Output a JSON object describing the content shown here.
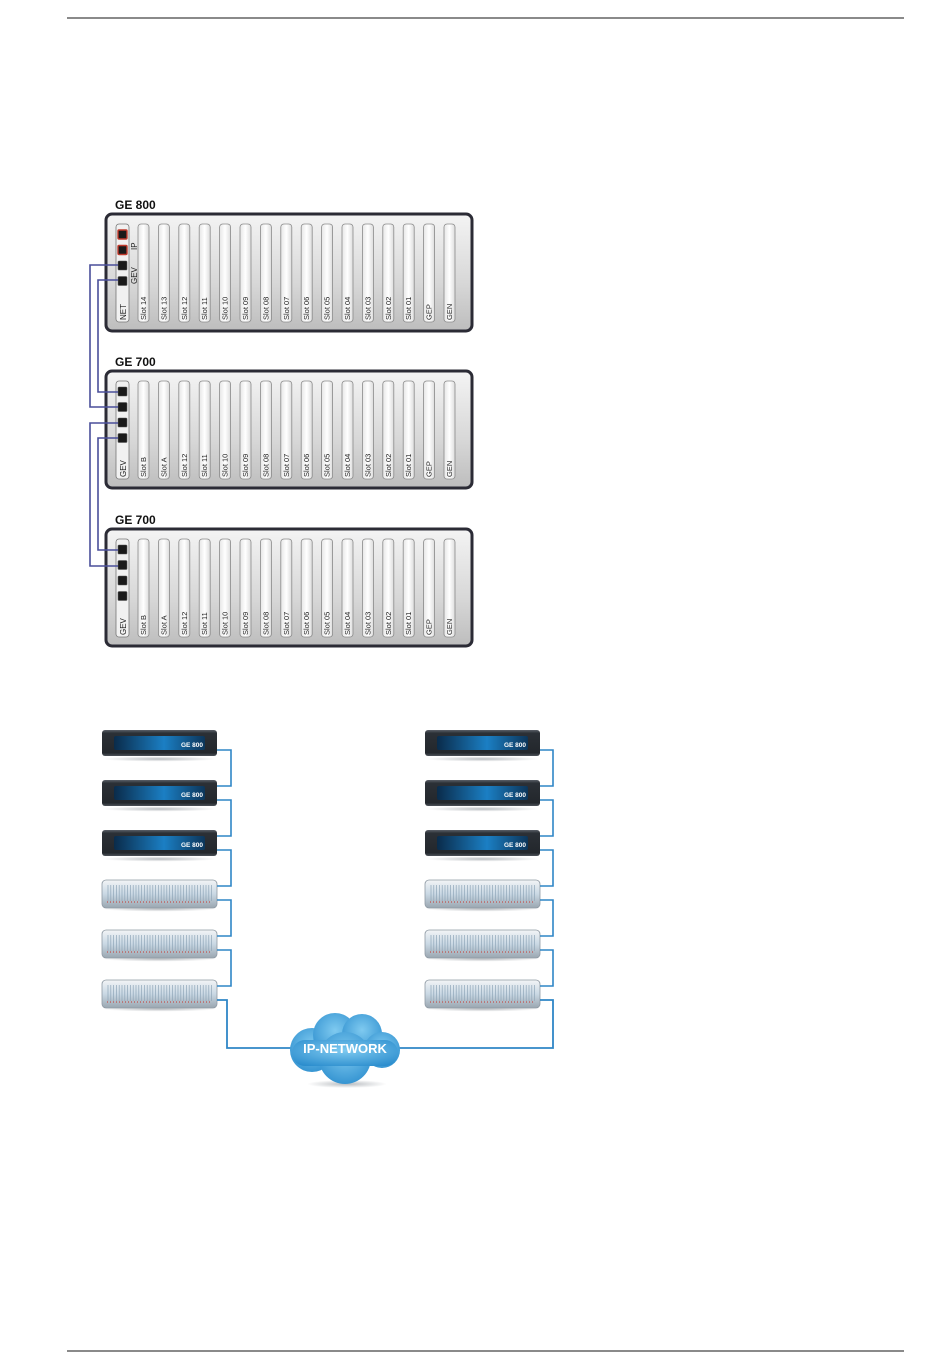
{
  "racks": [
    {
      "title": "GE 800",
      "port_label": "NET",
      "side_labels": [
        "IP",
        "GEV"
      ],
      "slots": [
        "Slot 14",
        "Slot 13",
        "Slot 12",
        "Slot 11",
        "Slot 10",
        "Slot 09",
        "Slot 08",
        "Slot 07",
        "Slot 06",
        "Slot 05",
        "Slot 04",
        "Slot 03",
        "Slot 02",
        "Slot 01",
        "GEP",
        "GEN"
      ]
    },
    {
      "title": "GE 700",
      "port_label": "GEV",
      "side_labels": [],
      "slots": [
        "Slot B",
        "Slot A",
        "Slot 12",
        "Slot 11",
        "Slot 10",
        "Slot 09",
        "Slot 08",
        "Slot 07",
        "Slot 06",
        "Slot 05",
        "Slot 04",
        "Slot 03",
        "Slot 02",
        "Slot 01",
        "GEP",
        "GEN"
      ]
    },
    {
      "title": "GE 700",
      "port_label": "GEV",
      "side_labels": [],
      "slots": [
        "Slot B",
        "Slot A",
        "Slot 12",
        "Slot 11",
        "Slot 10",
        "Slot 09",
        "Slot 08",
        "Slot 07",
        "Slot 06",
        "Slot 05",
        "Slot 04",
        "Slot 03",
        "Slot 02",
        "Slot 01",
        "GEP",
        "GEN"
      ]
    }
  ],
  "network": {
    "cloud_label": "IP-NETWORK",
    "left_stack": [
      "GE 800",
      "GE 800",
      "GE 800",
      "",
      "",
      ""
    ],
    "right_stack": [
      "GE 800",
      "GE 800",
      "GE 800",
      "",
      "",
      ""
    ]
  },
  "colors": {
    "cable": "#4a4f9a",
    "network_line": "#2f86c6",
    "cloud": "#3d9fd8",
    "rack_border": "#2b2b35"
  }
}
